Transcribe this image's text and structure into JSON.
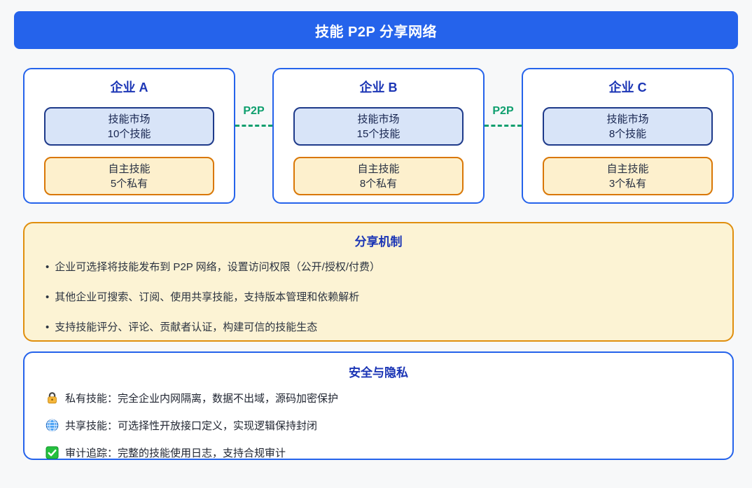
{
  "header": {
    "title": "技能 P2P 分享网络"
  },
  "network": {
    "connector_label": "P2P",
    "enterprises": [
      {
        "title": "企业 A",
        "market_title": "技能市场",
        "market_count": "10个技能",
        "private_title": "自主技能",
        "private_count": "5个私有"
      },
      {
        "title": "企业 B",
        "market_title": "技能市场",
        "market_count": "15个技能",
        "private_title": "自主技能",
        "private_count": "8个私有"
      },
      {
        "title": "企业 C",
        "market_title": "技能市场",
        "market_count": "8个技能",
        "private_title": "自主技能",
        "private_count": "3个私有"
      }
    ]
  },
  "sharing": {
    "title": "分享机制",
    "bullet_char": "•",
    "bullets": [
      "企业可选择将技能发布到 P2P 网络，设置访问权限（公开/授权/付费）",
      "其他企业可搜索、订阅、使用共享技能，支持版本管理和依赖解析",
      "支持技能评分、评论、贡献者认证，构建可信的技能生态"
    ]
  },
  "security": {
    "title": "安全与隐私",
    "items": [
      {
        "icon": "lock-icon",
        "text": "私有技能：完全企业内网隔离，数据不出域，源码加密保护"
      },
      {
        "icon": "globe-icon",
        "text": "共享技能：可选择性开放接口定义，实现逻辑保持封闭"
      },
      {
        "icon": "check-icon",
        "text": "审计追踪：完整的技能使用日志，支持合规审计"
      }
    ]
  },
  "colors": {
    "page_background": "#f7f8f9",
    "header_blue": "#2563eb",
    "card_border_blue": "#2563eb",
    "title_blue": "#1b35b5",
    "market_fill": "#d8e4f8",
    "market_border": "#1e3a8a",
    "private_fill": "#fdf0cd",
    "private_border": "#d97706",
    "sharing_fill": "#fcf3d4",
    "sharing_border": "#e08f0e",
    "p2p_green": "#0e9f6e",
    "lock_gold": "#f6b73c",
    "globe_blue": "#4da3f5",
    "check_green": "#24c03e"
  }
}
